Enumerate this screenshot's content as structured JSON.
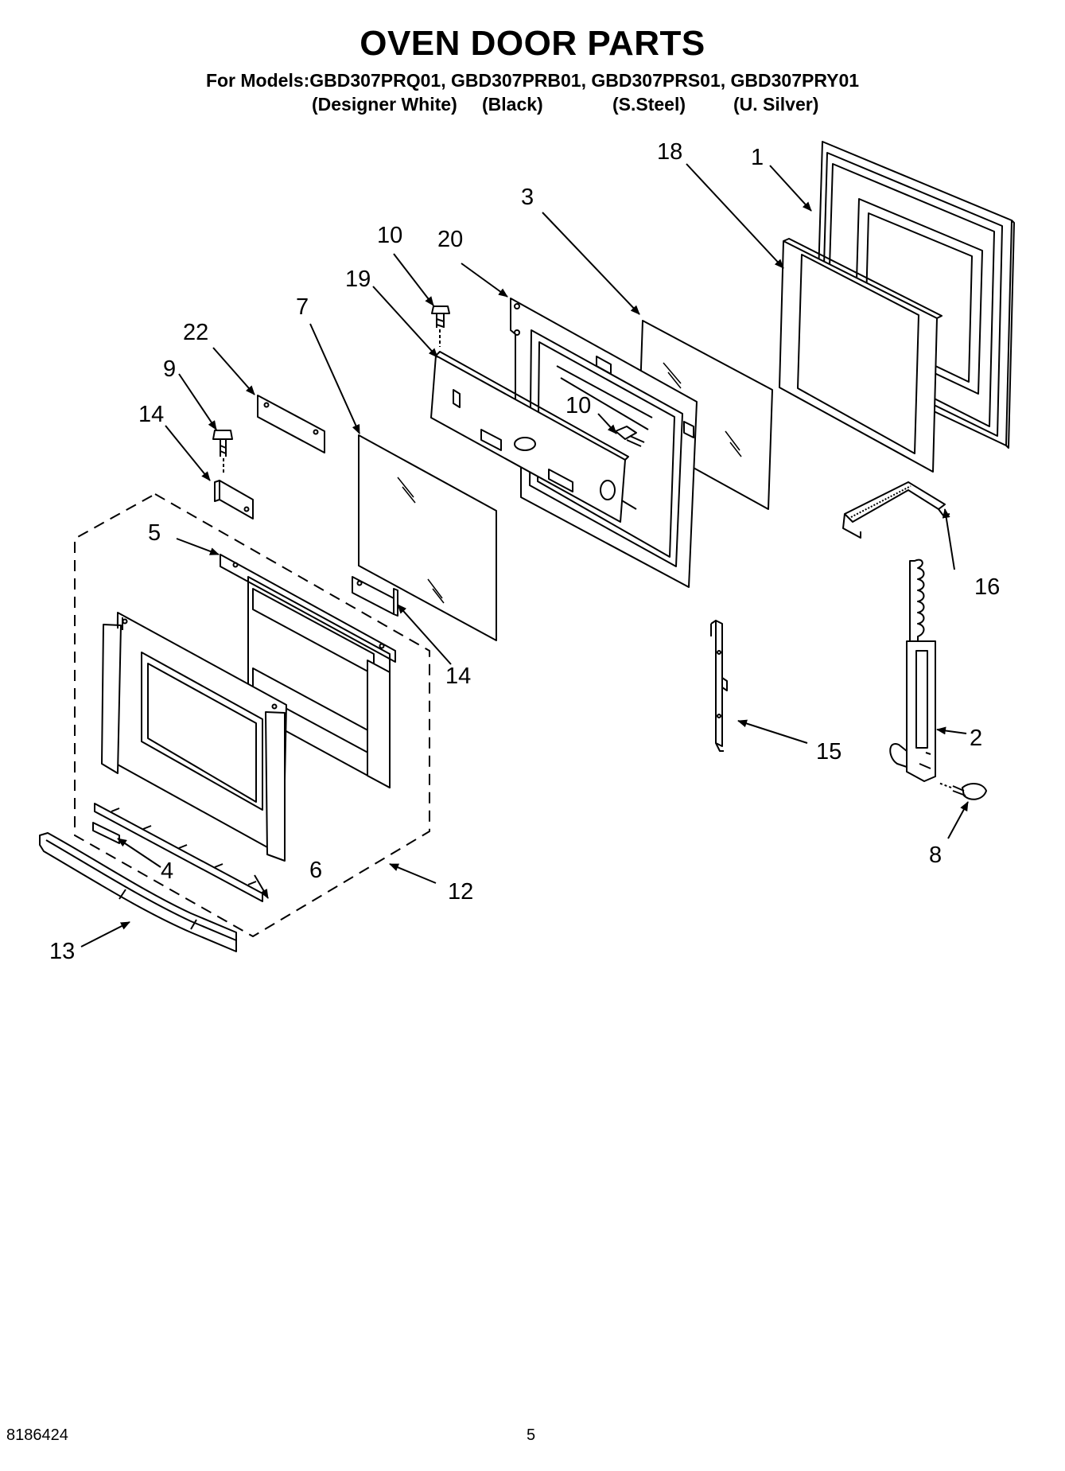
{
  "title": "OVEN DOOR PARTS",
  "models_line": "For Models:GBD307PRQ01, GBD307PRB01, GBD307PRS01, GBD307PRY01",
  "variants": [
    "(Designer White)",
    "(Black)",
    "(S.Steel)",
    "(U. Silver)"
  ],
  "callouts": {
    "c1": "1",
    "c2": "2",
    "c3": "3",
    "c4": "4",
    "c5": "5",
    "c6": "6",
    "c7": "7",
    "c8": "8",
    "c9": "9",
    "c10a": "10",
    "c10b": "10",
    "c12": "12",
    "c13": "13",
    "c14a": "14",
    "c14b": "14",
    "c15": "15",
    "c16": "16",
    "c18": "18",
    "c19": "19",
    "c20": "20",
    "c22": "22"
  },
  "footer": {
    "doc_number": "8186424",
    "page_number": "5"
  }
}
